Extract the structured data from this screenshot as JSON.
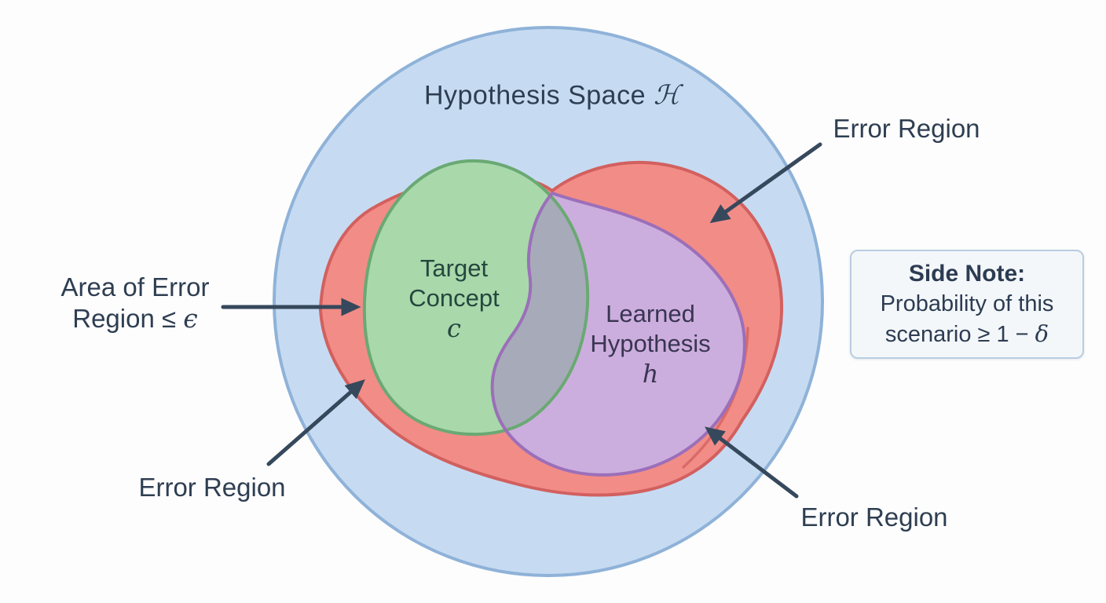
{
  "palette": {
    "hypothesis_space_fill": "#c6dbf2",
    "hypothesis_space_stroke": "#8fb2d8",
    "error_region_fill": "#f28c87",
    "error_region_stroke": "#d2605f",
    "target_concept_fill": "#a9d8ab",
    "target_concept_stroke": "#6aa973",
    "learned_hypothesis_fill": "#ccaede",
    "learned_hypothesis_stroke": "#9b6fb9",
    "overlap_fill": "#a7abb9",
    "arrow_color": "#36485c",
    "text_color": "#2e3e52"
  },
  "diagram": {
    "title_text": "Hypothesis Space ",
    "title_symbol": "ℋ",
    "target_region": {
      "line1": "Target",
      "line2": "Concept",
      "symbol": "c"
    },
    "learned_region": {
      "line1": "Learned",
      "line2": "Hypothesis",
      "symbol": "h"
    },
    "callouts": {
      "error_top_right": "Error Region",
      "error_bottom_left": "Error Region",
      "error_bottom_right": "Error Region",
      "area_label_line1": "Area of Error",
      "area_label_line2": "Region ≤ ",
      "area_symbol": "ϵ"
    }
  },
  "side_note": {
    "title": "Side Note:",
    "line1": "Probability of this",
    "line2": "scenario ≥ 1 − ",
    "symbol": "δ"
  }
}
